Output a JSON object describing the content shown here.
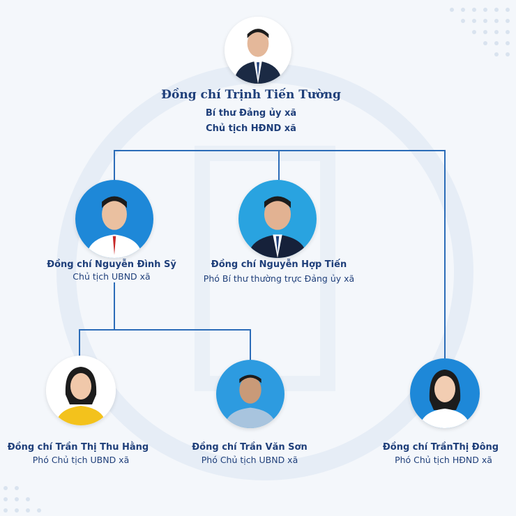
{
  "leader": {
    "name": "Đồng chí Trịnh Tiến Tường",
    "role1": "Bí thư Đảng ủy xã",
    "role2": "Chủ tịch HĐND xã"
  },
  "members": [
    {
      "name": "Đồng chí Nguyễn Đình Sỹ",
      "role": "Chủ tịch UBND xã"
    },
    {
      "name": "Đồng chí  Nguyễn Hợp Tiến",
      "role": "Phó Bí thư thường trực Đảng ủy xã"
    },
    {
      "name": "Đồng chí Trần Thị Thu Hằng",
      "role": "Phó Chủ tịch UBND xã"
    },
    {
      "name": "Đồng chí Trần Văn Sơn",
      "role": "Phó Chủ tịch UBND xã"
    },
    {
      "name": "Đồng chí TrầnThị Đông",
      "role": "Phó Chủ tịch HĐND xã"
    }
  ],
  "colors": {
    "accent": "#1f3f7a",
    "line": "#2b6cb8",
    "background": "#f4f7fb",
    "photo_bg_blue": "#1e88d8"
  }
}
